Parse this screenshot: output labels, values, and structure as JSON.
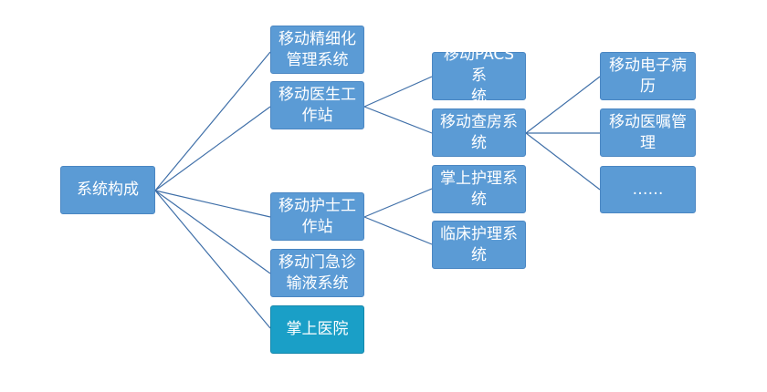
{
  "nodes": {
    "root": "系统构成",
    "mobile_mgmt": "移动精细化\n管理系统",
    "doctor_ws": "移动医生工\n作站",
    "nurse_ws": "移动护士工\n作站",
    "infusion": "移动门急诊\n输液系统",
    "palm_hospital": "掌上医院",
    "pacs": "移动PACS系\n统",
    "ward_round": "移动查房系\n统",
    "palm_nursing": "掌上护理系\n统",
    "clinical_nursing": "临床护理系\n统",
    "emr": "移动电子病\n历",
    "orders": "移动医嘱管\n理",
    "more": "……"
  },
  "colors": {
    "node_fill": "#5b9bd5",
    "highlight_fill": "#1a9fc7",
    "connector": "#3f6fa8"
  }
}
